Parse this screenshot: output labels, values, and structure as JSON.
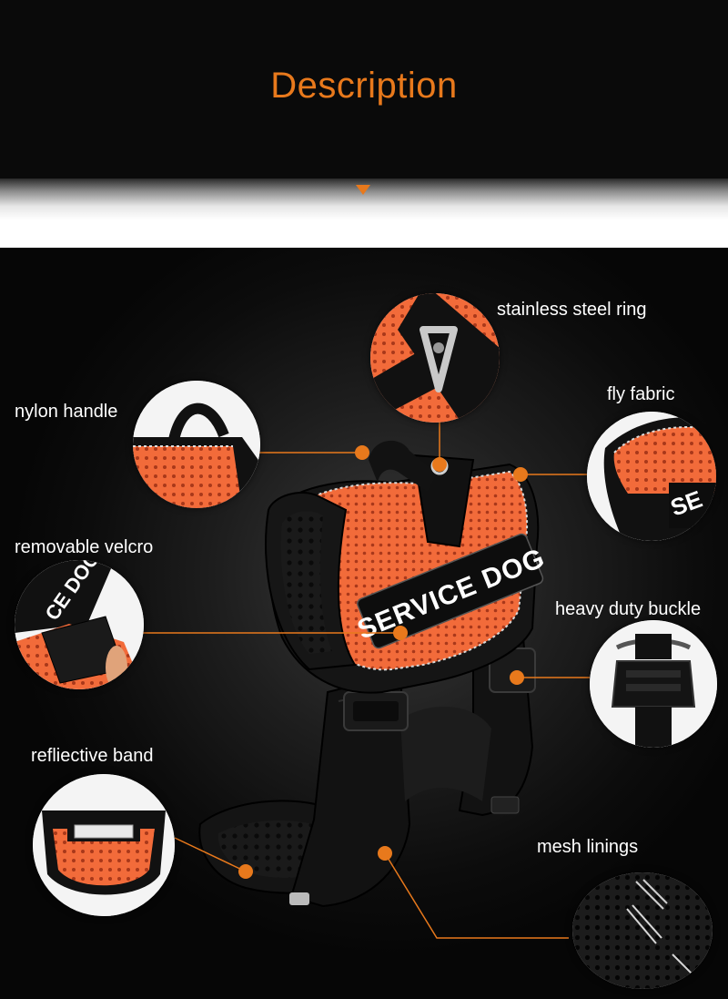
{
  "header": {
    "title": "Description"
  },
  "harness": {
    "patch_text": "SERVICE DOG"
  },
  "features": {
    "steel_ring": "stainless steel ring",
    "nylon_handle": "nylon handle",
    "fly_fabric": "fly fabric",
    "velcro": "removable velcro",
    "buckle": "heavy duty buckle",
    "reflective": "refliective band",
    "mesh": "mesh linings"
  },
  "detail_patch_text": {
    "fly_fabric": "SE",
    "velcro": "CE DOG"
  },
  "colors": {
    "accent": "#e8791c",
    "fabric_orange": "#f26b3a",
    "strap_black": "#111111",
    "background": "#000000"
  }
}
